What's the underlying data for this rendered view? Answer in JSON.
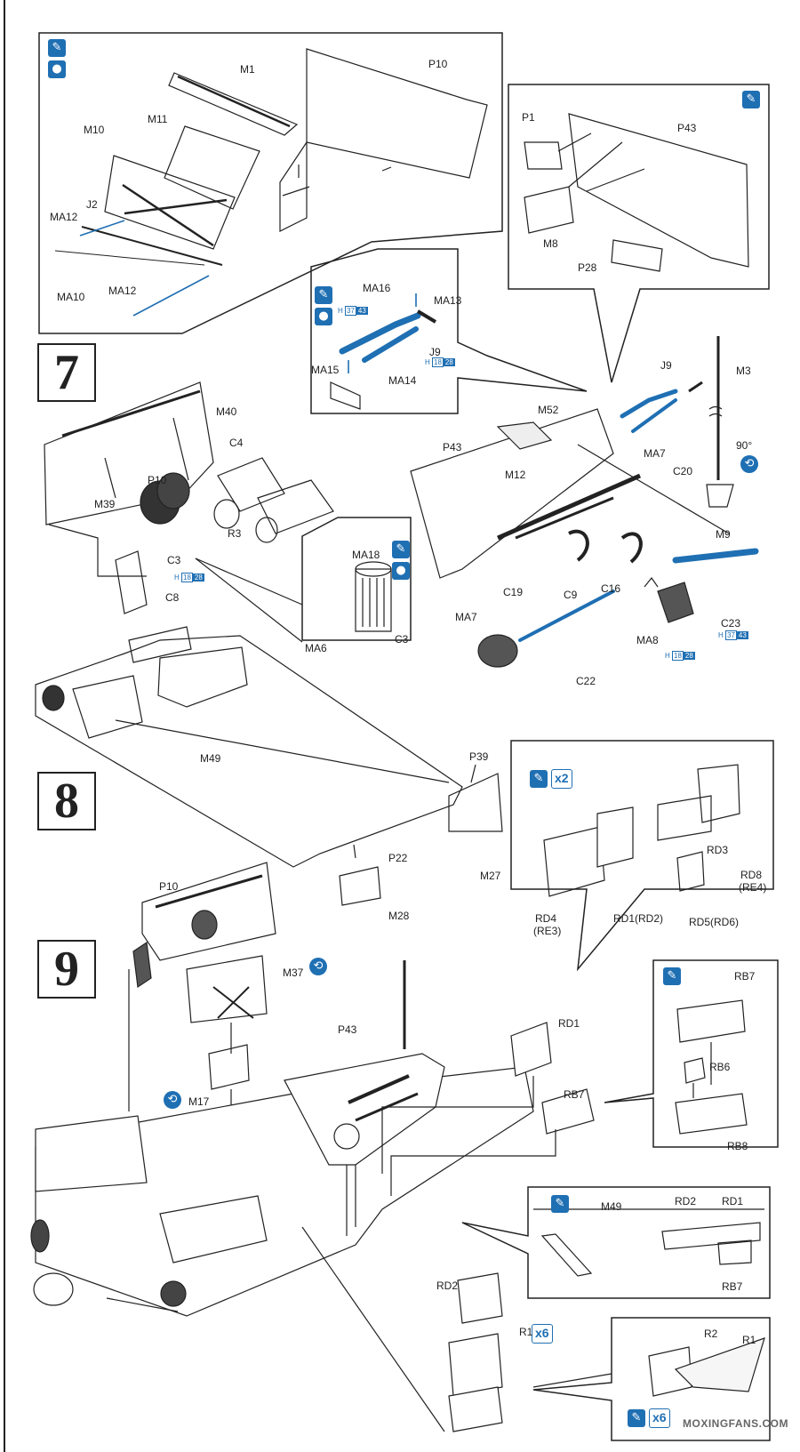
{
  "steps": {
    "s7": "7",
    "s8": "8",
    "s9": "9"
  },
  "icons": {
    "glue": "glue-icon",
    "paint": "paint-icon",
    "rotate": "rotate-icon",
    "times2": "x2",
    "times6": "x6",
    "degrees": "90°"
  },
  "colors": {
    "accent": "#1f6fb3",
    "part_fill": "#6fb6e8",
    "line": "#222222"
  },
  "labels": {
    "M1": "M1",
    "P10": "P10",
    "M10": "M10",
    "M11": "M11",
    "J2": "J2",
    "MA12": "MA12",
    "MA10": "MA10",
    "P1": "P1",
    "P43": "P43",
    "M8": "M8",
    "P28": "P28",
    "MA16": "MA16",
    "MA13": "MA13",
    "J9": "J9",
    "MA15": "MA15",
    "MA14": "MA14",
    "M3": "M3",
    "M40": "M40",
    "C4": "C4",
    "M39": "M39",
    "R3": "R3",
    "C3": "C3",
    "C8": "C8",
    "M52": "M52",
    "MA7": "MA7",
    "C20": "C20",
    "M12": "M12",
    "M9": "M9",
    "C19": "C19",
    "C9": "C9",
    "C16": "C16",
    "C23": "C23",
    "MA8": "MA8",
    "C22": "C22",
    "MA18": "MA18",
    "MA6": "MA6",
    "M49": "M49",
    "P39": "P39",
    "M27": "M27",
    "P22": "P22",
    "M28": "M28",
    "RD3": "RD3",
    "RD8": "RD8",
    "RE4": "(RE4)",
    "RD4": "RD4",
    "RE3": "(RE3)",
    "RD1RD2": "RD1(RD2)",
    "RD5RD6": "RD5(RD6)",
    "M37": "M37",
    "M17": "M17",
    "RD1": "RD1",
    "RB7": "RB7",
    "RB6": "RB6",
    "RB8": "RB8",
    "RD2": "RD2",
    "R1": "R1",
    "R2": "R2"
  },
  "paint_codes": {
    "h": "H",
    "c37": "37",
    "c43": "43",
    "c18": "18",
    "c28": "28"
  },
  "watermark": "MOXINGFANS.COM"
}
